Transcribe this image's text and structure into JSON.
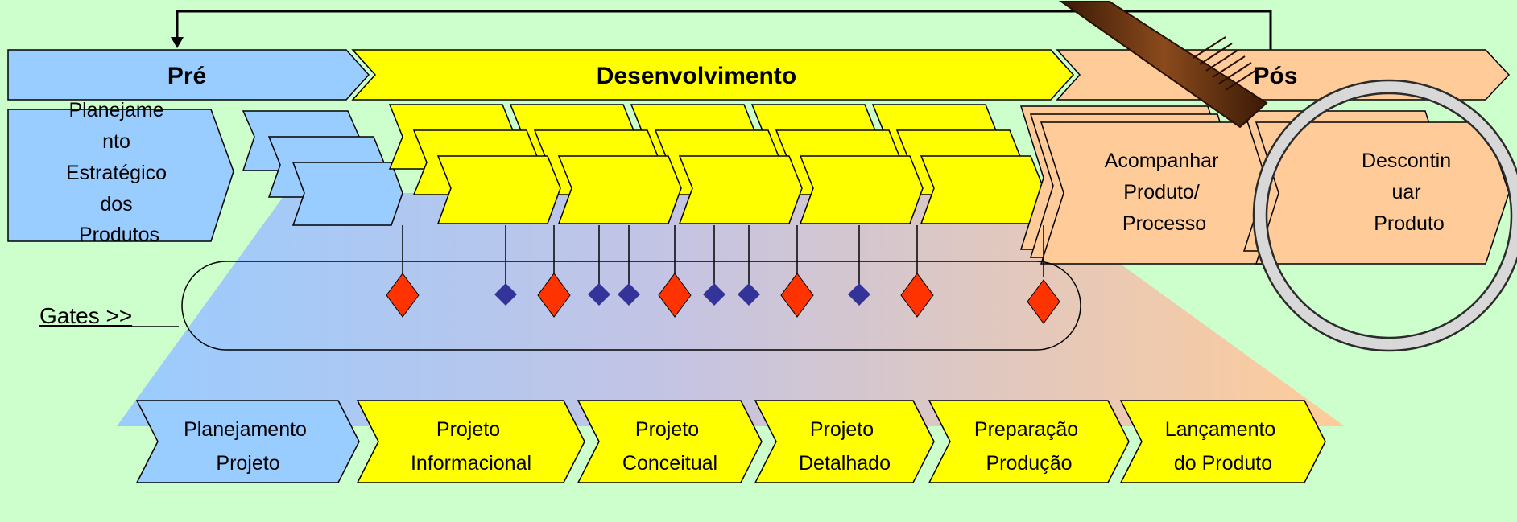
{
  "phase_bars": {
    "pre": "Pré",
    "dev": "Desenvolvimento",
    "pos": "Pós"
  },
  "top_boxes": {
    "strategic": [
      "Planejame",
      "nto",
      "Estratégico",
      "dos",
      "Produtos"
    ],
    "monitor": [
      "Acompanhar",
      "Produto/",
      "Processo"
    ],
    "discontinue": [
      "Descontin",
      "uar",
      "Produto"
    ]
  },
  "gates_label": "Gates >>",
  "bottom_phases": [
    {
      "lines": [
        "Planejamento",
        "Projeto"
      ],
      "color": "#99ccff"
    },
    {
      "lines": [
        "Projeto",
        "Informacional"
      ],
      "color": "#ffff00"
    },
    {
      "lines": [
        "Projeto",
        "Conceitual"
      ],
      "color": "#ffff00"
    },
    {
      "lines": [
        "Projeto",
        "Detalhado"
      ],
      "color": "#ffff00"
    },
    {
      "lines": [
        "Preparação",
        "Produção"
      ],
      "color": "#ffff00"
    },
    {
      "lines": [
        "Lançamento",
        "do Produto"
      ],
      "color": "#ffff00"
    }
  ],
  "colors": {
    "background": "#ccffcc",
    "pre": "#99ccff",
    "dev": "#ffff00",
    "pos": "#ffcc99",
    "gate_major": "#ff3300",
    "gate_minor": "#333399",
    "magnifier_handle": "#6b3410"
  }
}
